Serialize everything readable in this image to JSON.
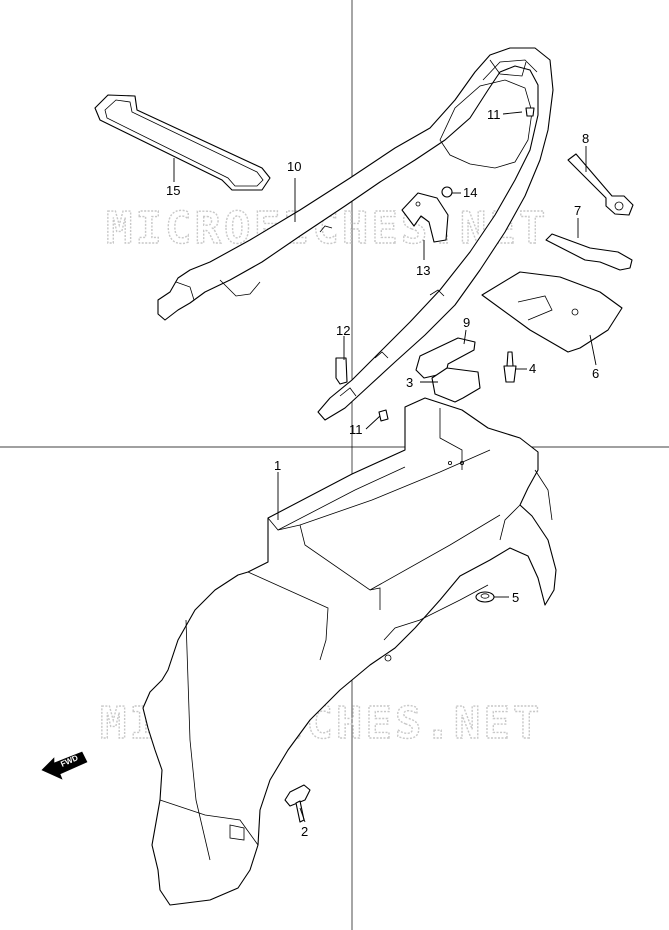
{
  "watermark": "MICROFICHES.NET",
  "fwd_label": "FWD",
  "callouts": [
    {
      "id": "c1",
      "label": "1"
    },
    {
      "id": "c2",
      "label": "2"
    },
    {
      "id": "c3",
      "label": "3"
    },
    {
      "id": "c4",
      "label": "4"
    },
    {
      "id": "c5",
      "label": "5"
    },
    {
      "id": "c6",
      "label": "6"
    },
    {
      "id": "c7",
      "label": "7"
    },
    {
      "id": "c8",
      "label": "8"
    },
    {
      "id": "c9",
      "label": "9"
    },
    {
      "id": "c10",
      "label": "10"
    },
    {
      "id": "c11a",
      "label": "11"
    },
    {
      "id": "c11b",
      "label": "11"
    },
    {
      "id": "c12",
      "label": "12"
    },
    {
      "id": "c13",
      "label": "13"
    },
    {
      "id": "c14",
      "label": "14"
    },
    {
      "id": "c15",
      "label": "15"
    }
  ]
}
